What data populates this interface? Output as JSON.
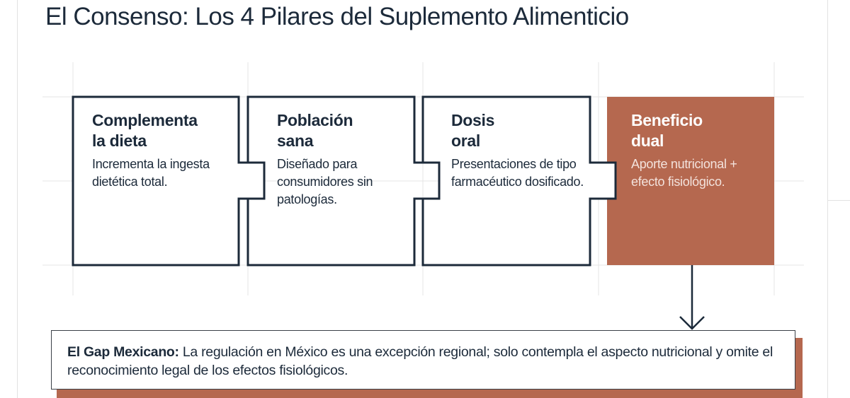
{
  "title": "El Consenso: Los 4 Pilares del Suplemento Alimenticio",
  "pillars": [
    {
      "title": "Complementa\nla dieta",
      "description": "Incrementa la ingesta dietética total."
    },
    {
      "title": "Población\nsana",
      "description": "Diseñado para consumidores sin patologías."
    },
    {
      "title": "Dosis\noral",
      "description": "Presentaciones de tipo farmacéutico dosificado."
    },
    {
      "title": "Beneficio\ndual",
      "description": "Aporte nutricional + efecto fisiológico."
    }
  ],
  "gap": {
    "label": "El Gap Mexicano:",
    "text": " La regulación en México es una excepción regional; solo contempla el aspecto nutricional y omite el reconocimiento legal de los efectos fisiológicos."
  },
  "colors": {
    "ink": "#1c2a3a",
    "accent": "#b5684f",
    "grid": "#e2e2e2"
  }
}
